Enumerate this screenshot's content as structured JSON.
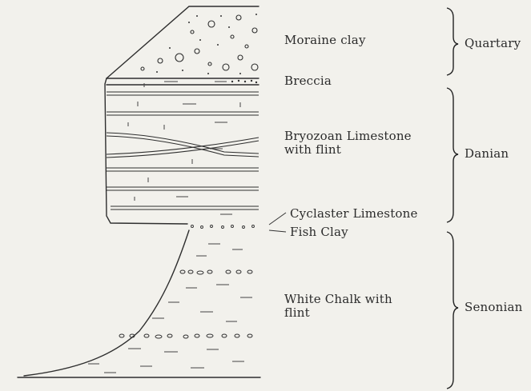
{
  "labels": {
    "moraine": "Moraine clay",
    "breccia": "Breccia",
    "bryozoan": "Bryozoan Limestone\nwith flint",
    "cyclaster": "Cyclaster  Limestone",
    "fish_clay": "Fish Clay",
    "white_chalk": "White Chalk with\nflint"
  },
  "periods": {
    "quartary": "Quartary",
    "danian": "Danian",
    "senonian": "Senonian"
  },
  "colors": {
    "ink": "#2e2e2e",
    "paper": "#f2f1ec"
  }
}
